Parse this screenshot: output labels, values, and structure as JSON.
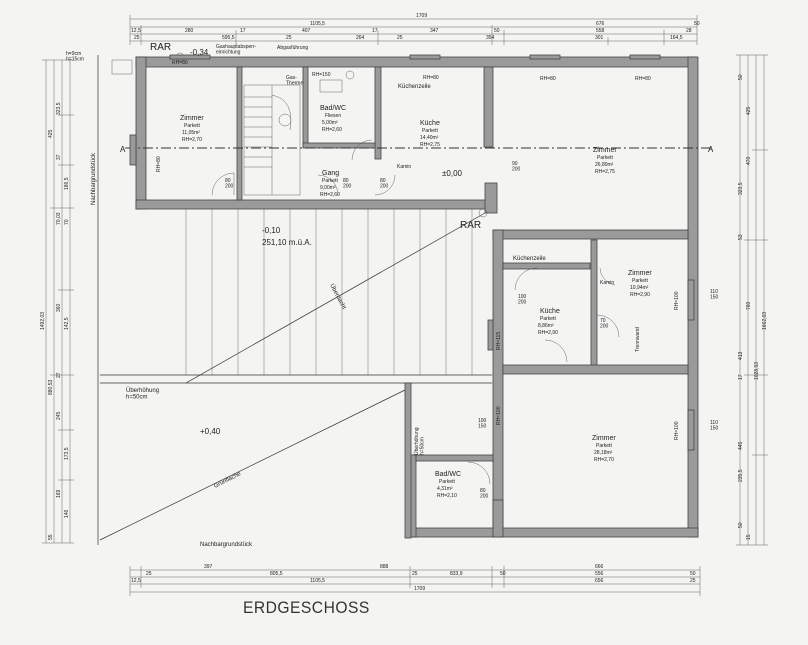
{
  "title": "ERDGESCHOSS",
  "labels": {
    "rar_top": "RAR",
    "rar_right": "RAR",
    "level_top": "-0,34",
    "level_court": "-0,10",
    "level_court_sub": "251,10 m.ü.A.",
    "level_kitchen": "±0,00",
    "level_garden": "+0,40",
    "gas_valve": "Gashauptabsperr-\neinrichtung",
    "exhaust": "Abgasführung",
    "gas": "Gas-\nTherme",
    "kuechenzeile_top": "Küchenzeile",
    "kuechenzeile_right": "Küchenzeile",
    "kamin_1": "Kamin",
    "kamin_2": "Kamin",
    "overhead": "Überdacht",
    "ueberhoehung": "Überhöhung\nh=50cm",
    "ueberhoehung_v": "Überhöhung\nh=50cm",
    "gruen": "Grünfläche",
    "neighbor_left": "Nachbargrundstück",
    "neighbor_bottom": "Nachbargrundstück",
    "h_top": "h=9cm\nh=15cm",
    "section_a_left": "A",
    "section_a_right": "A",
    "zwischenwand": "Trennwand"
  },
  "rooms": [
    {
      "name": "Zimmer",
      "floor": "Parkett",
      "area": "11,05m²",
      "rh": "RH=2,70"
    },
    {
      "name": "Bad/WC",
      "floor": "Fliesen",
      "area": "5,00m²",
      "rh": "RH=2,60"
    },
    {
      "name": "Küche",
      "floor": "Parkett",
      "area": "14,40m²",
      "rh": "RH=2,75"
    },
    {
      "name": "Gang",
      "floor": "Parkett",
      "area": "9,00m²",
      "rh": "RH=2,60"
    },
    {
      "name": "Zimmer",
      "floor": "Parkett",
      "area": "26,80m²",
      "rh": "RH=2,75"
    },
    {
      "name": "Zimmer",
      "floor": "Parkett",
      "area": "10,94m²",
      "rh": "RH=2,90"
    },
    {
      "name": "Küche",
      "floor": "Parkett",
      "area": "8,86m²",
      "rh": "RH=2,90"
    },
    {
      "name": "Zimmer",
      "floor": "Parkett",
      "area": "28,18m²",
      "rh": "RH=2,70"
    },
    {
      "name": "Bad/WC",
      "floor": "Parkett",
      "area": "4,31m²",
      "rh": "RH=2,10"
    }
  ],
  "dims_top": {
    "row1": [
      "1709"
    ],
    "row2": [
      "1105,5",
      "676",
      "50"
    ],
    "row3": [
      "12,5",
      "280",
      "17",
      "407",
      "17",
      "347",
      "50",
      "558",
      "28"
    ],
    "row4": [
      "25",
      "595,5",
      "25",
      "264",
      "25",
      "354",
      "301",
      "164,5"
    ]
  },
  "dims_bottom": {
    "row1": [
      "397",
      "888",
      "666"
    ],
    "row2": [
      "25",
      "805,5",
      "25",
      "833,9",
      "50",
      "556",
      "50"
    ],
    "row3": [
      "12,5",
      "1105,5",
      "656",
      "25"
    ],
    "row4": [
      "1709"
    ]
  },
  "dims_left": [
    "1492,03",
    "880,53",
    "425",
    "323,5",
    "37",
    "186,5",
    "70,03",
    "70",
    "360",
    "142,5",
    "245",
    "27",
    "173,5",
    "55",
    "169",
    "146"
  ],
  "dims_right": [
    "1662,03",
    "1028,53",
    "425",
    "470",
    "323,5",
    "53",
    "50",
    "760",
    "413",
    "17",
    "445",
    "235,5",
    "50",
    "15"
  ],
  "door_dims": [
    "80\n200",
    "80\n200",
    "80\n200",
    "90\n200",
    "100\n200",
    "70\n200",
    "100\n150",
    "80\n200",
    "110\n150",
    "110\n150"
  ],
  "windows": [
    "RH=80",
    "RH=80",
    "RH=80",
    "RH=150",
    "RH=80",
    "RH=80",
    "RH=100",
    "RH=100",
    "RH=100",
    "RH=115"
  ]
}
